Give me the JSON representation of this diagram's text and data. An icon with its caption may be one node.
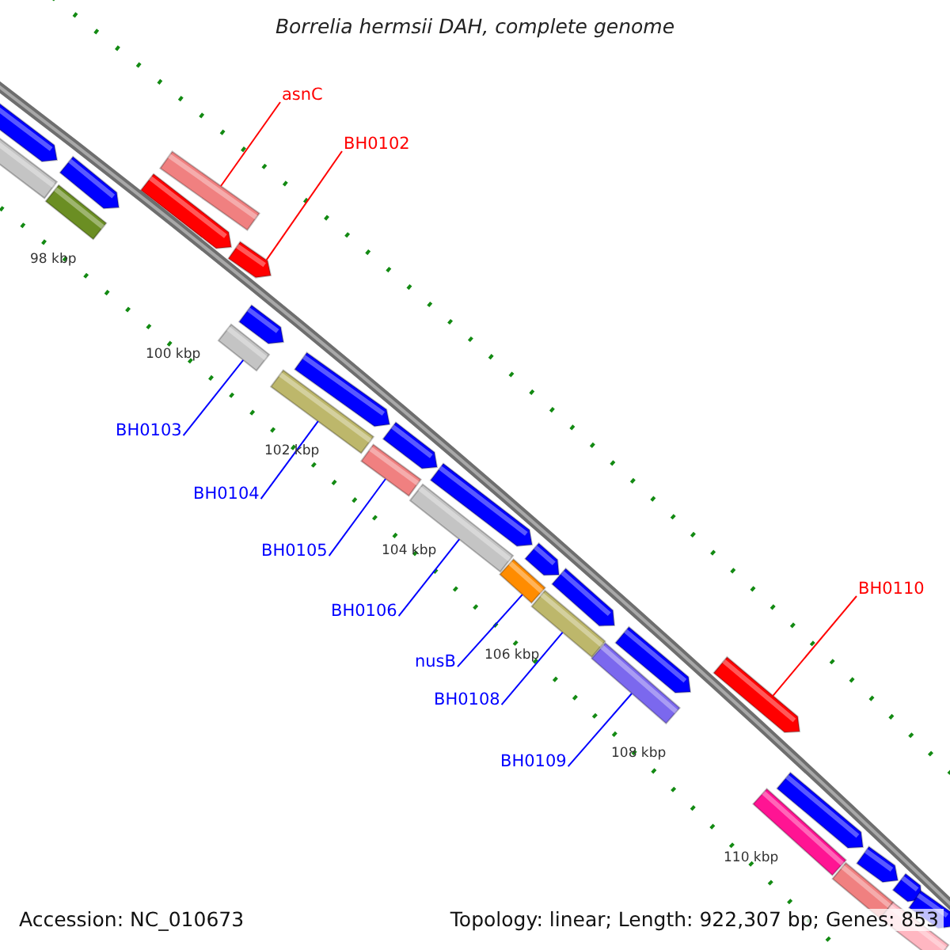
{
  "diagram": {
    "title": "Borrelia hermsii DAH, complete genome",
    "nodes": [
      {
        "text": [
          "asnC"
        ]
      },
      {
        "text": [
          "BH0102"
        ]
      },
      {
        "text": [
          "BH0103"
        ]
      },
      {
        "text": [
          "BH0104"
        ]
      },
      {
        "text": [
          "BH0105"
        ]
      },
      {
        "text": [
          "BH0106"
        ]
      },
      {
        "text": [
          "nusB"
        ]
      },
      {
        "text": [
          "BH0108"
        ]
      },
      {
        "text": [
          "BH0109"
        ]
      },
      {
        "text": [
          "BH0110"
        ]
      },
      {
        "text": [],
        "shape": "arrow"
      },
      {
        "text": [],
        "shape": "arrow"
      },
      {
        "text": [],
        "shape": "bar"
      },
      {
        "text": [],
        "shape": "bar"
      },
      {
        "text": [],
        "shape": "bar"
      },
      {
        "text": [],
        "shape": "arrow"
      },
      {
        "text": [],
        "shape": "arrow"
      },
      {
        "text": [],
        "shape": "arrow"
      },
      {
        "text": [],
        "shape": "bar"
      },
      {
        "text": [],
        "shape": "arrow"
      },
      {
        "text": [],
        "shape": "bar"
      },
      {
        "text": [],
        "shape": "arrow"
      },
      {
        "text": [],
        "shape": "bar"
      },
      {
        "text": [],
        "shape": "arrow"
      },
      {
        "text": [],
        "shape": "bar"
      },
      {
        "text": [],
        "shape": "arrow"
      },
      {
        "text": [],
        "shape": "bar"
      },
      {
        "text": [],
        "shape": "arrow"
      },
      {
        "text": [],
        "shape": "bar"
      },
      {
        "text": [],
        "shape": "arrow"
      },
      {
        "text": [],
        "shape": "bar"
      },
      {
        "text": [],
        "shape": "arrow"
      },
      {
        "text": [],
        "shape": "arrow"
      },
      {
        "text": [],
        "shape": "bar"
      },
      {
        "text": [],
        "shape": "bar"
      },
      {
        "text": [],
        "shape": "arrow"
      },
      {
        "text": [],
        "shape": "arrow"
      },
      {
        "text": [],
        "shape": "arrow"
      },
      {
        "text": [],
        "shape": "bar"
      }
    ],
    "edges": [
      {
        "from": 0,
        "to": 14,
        "arrow": "none",
        "color": "#ff0000"
      },
      {
        "from": 1,
        "to": 16,
        "arrow": "none",
        "color": "#ff0000"
      },
      {
        "from": 2,
        "to": 18,
        "arrow": "none"
      },
      {
        "from": 3,
        "to": 20,
        "arrow": "none"
      },
      {
        "from": 4,
        "to": 22,
        "arrow": "none"
      },
      {
        "from": 5,
        "to": 24,
        "arrow": "none"
      },
      {
        "from": 6,
        "to": 26,
        "arrow": "none"
      },
      {
        "from": 7,
        "to": 28,
        "arrow": "none"
      },
      {
        "from": 8,
        "to": 30,
        "arrow": "none"
      },
      {
        "from": 9,
        "to": 31,
        "arrow": "none",
        "color": "#ff0000"
      }
    ],
    "labels": [
      "98 kbp",
      "100 kbp",
      "102 kbp",
      "104 kbp",
      "106 kbp",
      "108 kbp",
      "110 kbp",
      "Accession: NC_010673",
      "Topology: linear; Length: 922,307 bp; Genes: 853"
    ]
  }
}
